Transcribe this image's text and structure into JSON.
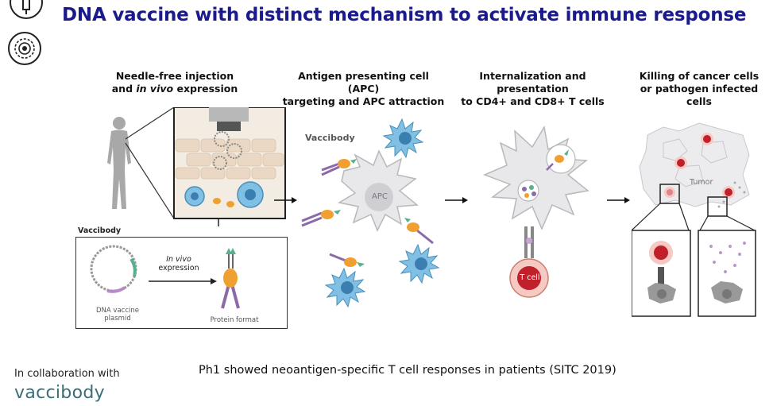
{
  "title": "DNA vaccine with distinct mechanism to activate immune response",
  "steps": [
    {
      "line1": "Needle-free injection",
      "line2_pre": "and ",
      "line2_em": "in vivo",
      "line2_post": " expression"
    },
    {
      "line1": "Antigen presenting cell (APC)",
      "line2": "targeting and APC attraction"
    },
    {
      "line1": "Internalization and presentation",
      "line2": "to CD4+ and CD8+ T cells"
    },
    {
      "line1": "Killing of cancer cells",
      "line2": "or pathogen infected cells"
    }
  ],
  "inset": {
    "header": "Vaccibody",
    "plasmid_line1": "DNA vaccine",
    "plasmid_line2": "plasmid",
    "arrow_em": "In vivo",
    "arrow_label": "expression",
    "protein_label": "Protein format"
  },
  "apc_panel": {
    "vaccibody_label": "Vaccibody",
    "apc_label": "APC"
  },
  "tcell_label": "T cell",
  "tumor_label": "Tumor",
  "bottom": {
    "collab": "In collaboration with",
    "logo": "vaccibody",
    "footer": "Ph1 showed neoantigen-specific T cell responses in patients (SITC 2019)"
  },
  "colors": {
    "title": "#1a1a8c",
    "logo": "#3c6e78",
    "apc_blue": "#6fb4dc",
    "orange": "#f0a030",
    "purple": "#8a6aa8",
    "tumor_red": "#c0202a"
  },
  "icons": [
    "syringe-icon",
    "target-icon"
  ]
}
